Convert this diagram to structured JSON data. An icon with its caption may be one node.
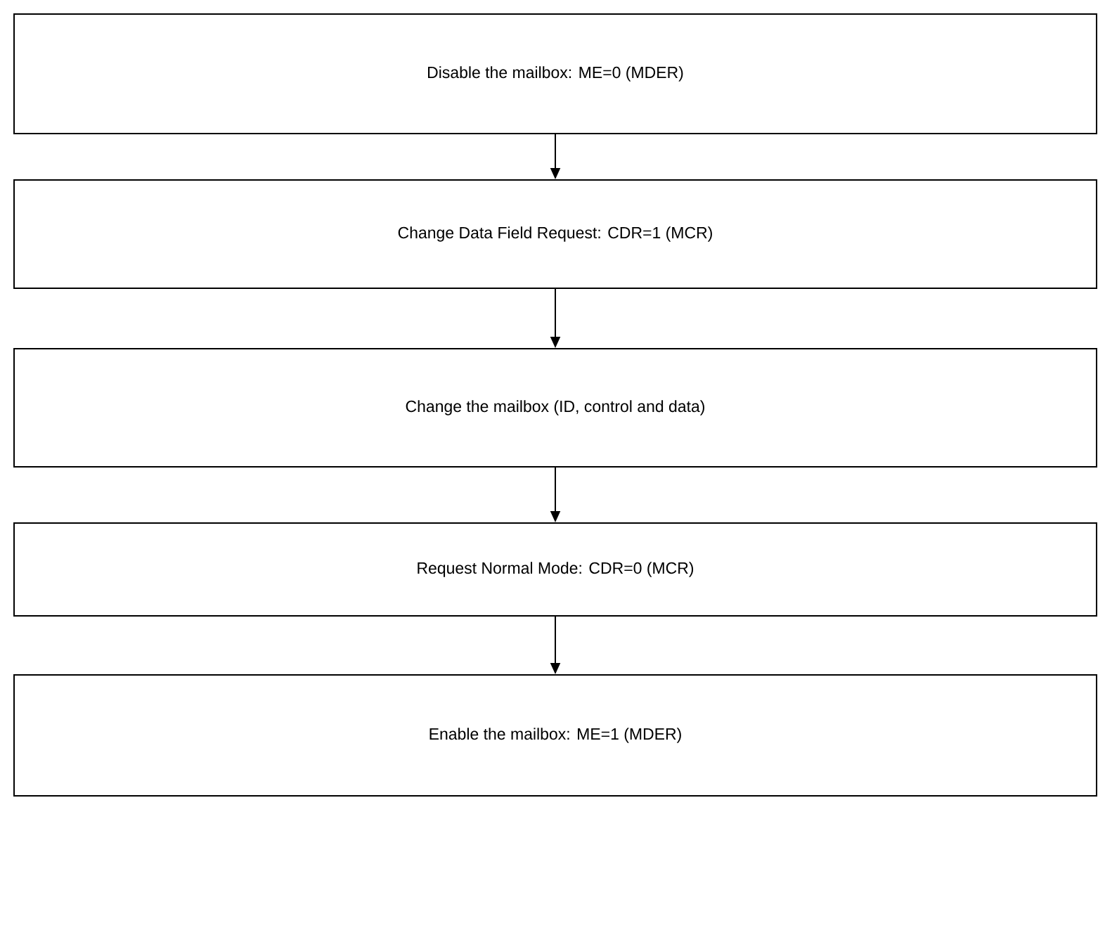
{
  "diagram": {
    "nodes": [
      {
        "text": [
          "Disable the mailbox: ME=0 (MDER)"
        ]
      },
      {
        "text": [
          "Change Data Field Request: CDR=1 (MCR)"
        ]
      },
      {
        "text": [
          "Change the mailbox (ID, control and data)"
        ]
      },
      {
        "text": [
          "Request Normal Mode: CDR=0 (MCR)"
        ]
      },
      {
        "text": [
          "Enable the mailbox: ME=1 (MDER)"
        ]
      }
    ],
    "edges": [
      {
        "from": 0,
        "to": 1,
        "arrow": "to"
      },
      {
        "from": 1,
        "to": 2,
        "arrow": "to"
      },
      {
        "from": 2,
        "to": 3,
        "arrow": "to"
      },
      {
        "from": 3,
        "to": 4,
        "arrow": "to"
      }
    ]
  }
}
